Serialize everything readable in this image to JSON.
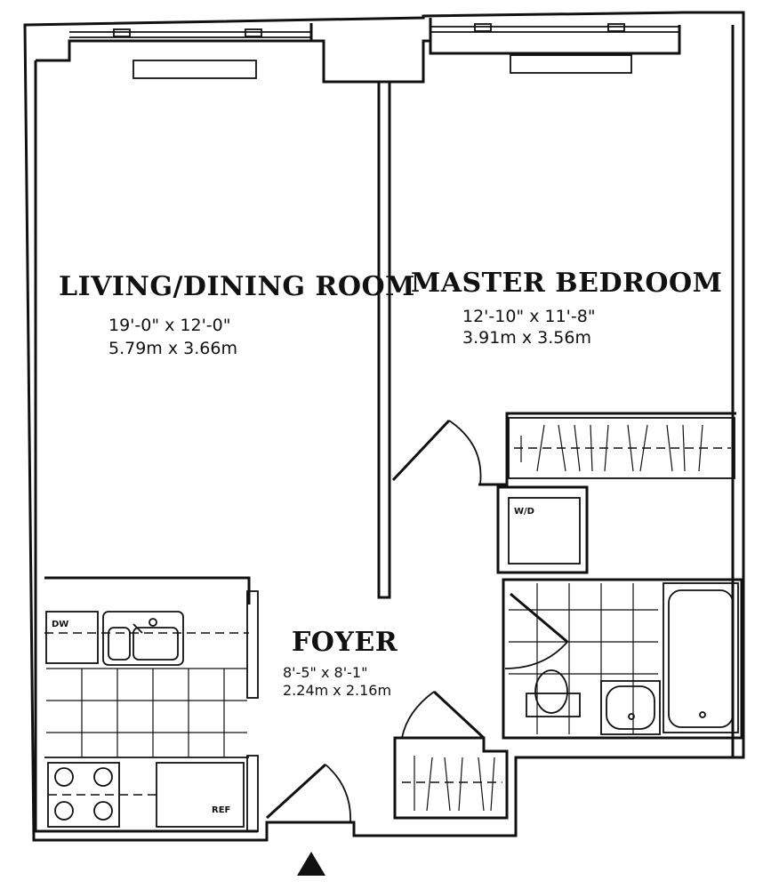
{
  "rooms": {
    "living": {
      "name": "LIVING/DINING ROOM",
      "dim_imperial": "19'-0\" x 12'-0\"",
      "dim_metric": "5.79m x 3.66m"
    },
    "bedroom": {
      "name": "MASTER BEDROOM",
      "dim_imperial": "12'-10\" x 11'-8\"",
      "dim_metric": "3.91m x 3.56m"
    },
    "foyer": {
      "name": "FOYER",
      "dim_imperial": "8'-5\" x 8'-1\"",
      "dim_metric": "2.24m x 2.16m"
    }
  },
  "appliances": {
    "dishwasher": "DW",
    "washer_dryer": "W/D",
    "refrigerator": "REF"
  },
  "entrance_marker_icon": "entrance-triangle-icon"
}
